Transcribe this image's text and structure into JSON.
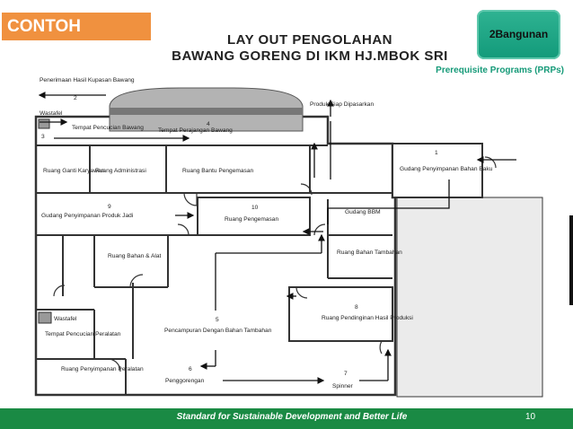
{
  "header": {
    "example_label": "CONTOH",
    "badge_label": "2Bangunan",
    "title_line1": "LAY OUT PENGOLAHAN",
    "title_line2": "BAWANG GORENG DI IKM HJ.MBOK SRI",
    "subtitle": "Prerequisite Programs (PRPs)"
  },
  "footer": {
    "text": "Standard for Sustainable Development and Better Life",
    "page_number": "10"
  },
  "diagram": {
    "arrow_in_label": "Penerimaan Hasil Kupasan Bawang",
    "arrow_in_number": "2",
    "wastafel_top": "Wastafel",
    "step3_number": "3",
    "washing_label": "Tempat Pencucian Bawang",
    "step4_number": "4",
    "slicing_label": "Tempat Perajangan Bawang",
    "produk_siap": "Produk Siap Dipasarkan",
    "ruang_ganti": "Ruang Ganti Karyawan",
    "ruang_admin": "Ruang Administrasi",
    "ruang_bantu": "Ruang Bantu Pengemasan",
    "gudang_baku_number": "1",
    "gudang_baku": "Gudang Penyimpanan Bahan Baku",
    "gudang_jadi_number": "9",
    "gudang_jadi": "Gudang Penyimpanan Produk Jadi",
    "ruang_kemas_number": "10",
    "ruang_kemas": "Ruang Pengemasan",
    "gudang_bbm": "Gudang BBM",
    "ruang_bahan_alat": "Ruang Bahan & Alat",
    "ruang_tambahan": "Ruang Bahan Tambahan",
    "step8_number": "8",
    "ruang_pendingin": "Ruang Pendinginan Hasil Produksi",
    "wastafel_bottom": "Wastafel",
    "cuci_alat": "Tempat Pencucian Peralatan",
    "step5_number": "5",
    "pencampuran": "Pencampuran Dengan Bahan Tambahan",
    "ruang_simpan_alat": "Ruang Penyimpanan Peralatan",
    "step6_number": "6",
    "penggorengan": "Penggorengan",
    "step7_number": "7",
    "spinner": "Spinner"
  }
}
